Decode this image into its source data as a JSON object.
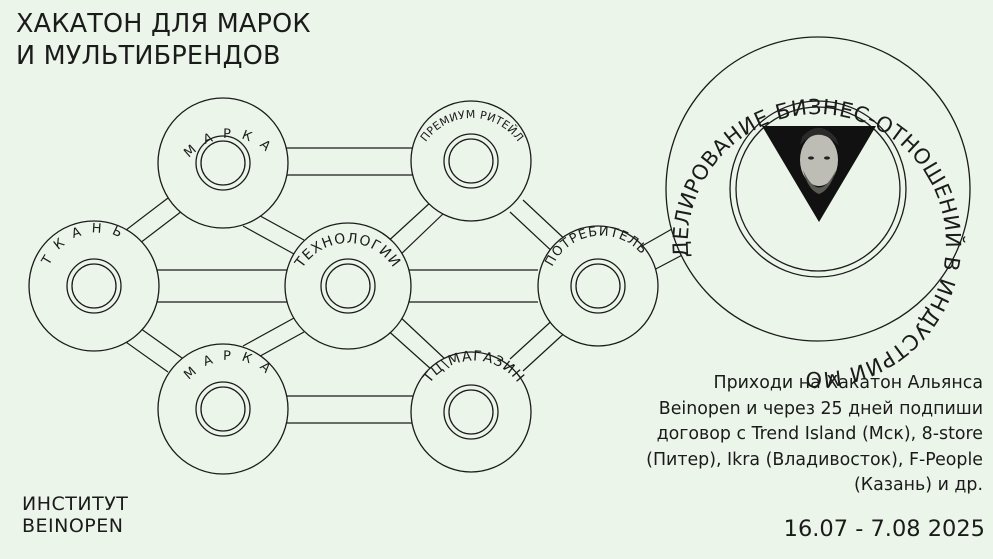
{
  "title": {
    "line1": "ХАКАТОН ДЛЯ МАРОК",
    "line2": "И МУЛЬТИБРЕНДОВ"
  },
  "nodes": {
    "marka_top": "МАРКА",
    "tkan": "ТКАНЬ",
    "tehnologii": "ТЕХНОЛОГИИ",
    "marka_bottom": "МАРКА",
    "premium": "ПРЕМИУМ РИТЕЙЛ",
    "tc": "ТЦ\\МАГАЗИН",
    "potrebitel": "ПОТРЕБИТЕЛЬ"
  },
  "badge": {
    "circle_text": "МОДЕЛИРОВАНИЕ БИЗНЕС-ОТНОШЕНИЙ В ИНДУСТРИИ МОДЫ",
    "photo_icon": "portrait-triangle-icon"
  },
  "promo": {
    "line1": "Приходи на Хакатон Альянса",
    "line2": "Beinopen и через 25 дней подпиши",
    "line3": "договор с Trend Island (Мск), 8-store",
    "line4": "(Питер), Ikra (Владивосток), F-People",
    "line5": "(Казань) и др."
  },
  "brand": {
    "line1": "ИНСТИТУТ",
    "line2": "BEINOPEN"
  },
  "dates": "16.07 - 7.08 2025",
  "colors": {
    "background": "#ecf5ea",
    "ink": "#1b1b1b"
  }
}
